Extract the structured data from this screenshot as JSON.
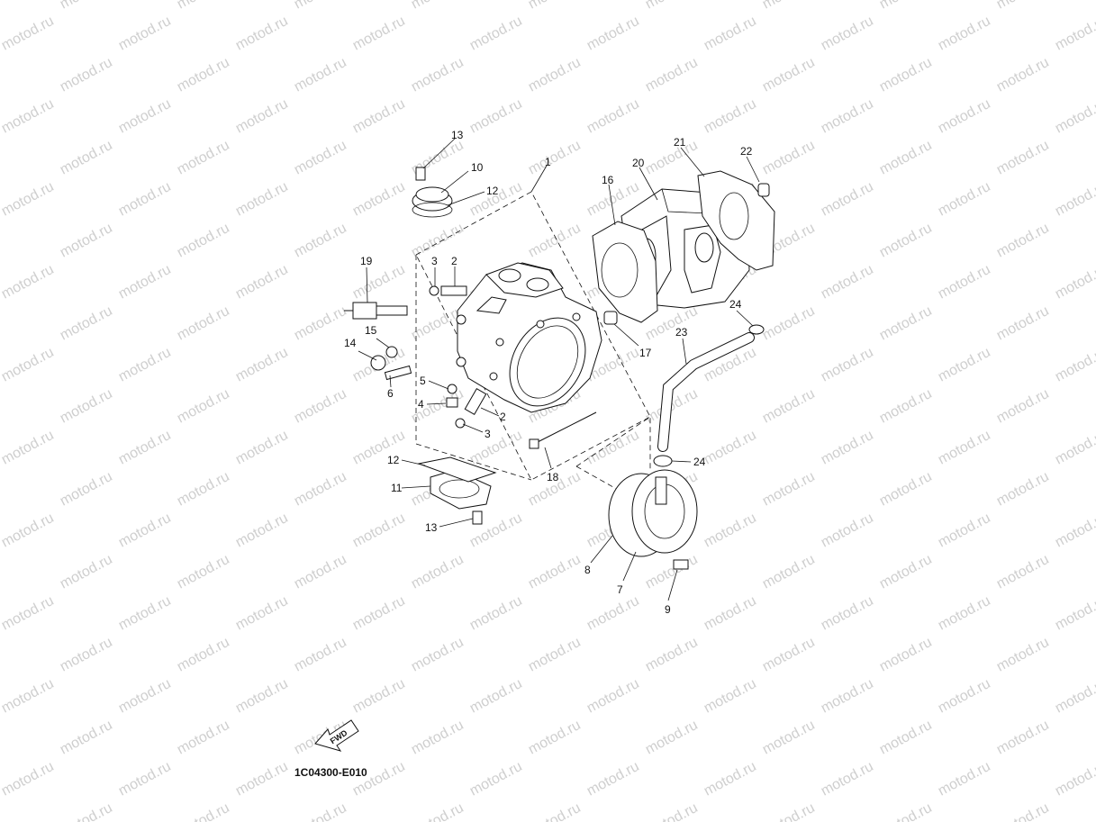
{
  "watermark_text": "motod.ru",
  "diagram_code": "1C04300-E010",
  "fwd_label": "FWD",
  "callouts": [
    {
      "id": "c13a",
      "label": "13"
    },
    {
      "id": "c10",
      "label": "10"
    },
    {
      "id": "c12a",
      "label": "12"
    },
    {
      "id": "c1",
      "label": "1"
    },
    {
      "id": "c16",
      "label": "16"
    },
    {
      "id": "c20",
      "label": "20"
    },
    {
      "id": "c21",
      "label": "21"
    },
    {
      "id": "c22",
      "label": "22"
    },
    {
      "id": "c19",
      "label": "19"
    },
    {
      "id": "c3a",
      "label": "3"
    },
    {
      "id": "c2a",
      "label": "2"
    },
    {
      "id": "c14",
      "label": "14"
    },
    {
      "id": "c15",
      "label": "15"
    },
    {
      "id": "c17",
      "label": "17"
    },
    {
      "id": "c24a",
      "label": "24"
    },
    {
      "id": "c23",
      "label": "23"
    },
    {
      "id": "c5",
      "label": "5"
    },
    {
      "id": "c4",
      "label": "4"
    },
    {
      "id": "c6",
      "label": "6"
    },
    {
      "id": "c2b",
      "label": "2"
    },
    {
      "id": "c3b",
      "label": "3"
    },
    {
      "id": "c18",
      "label": "18"
    },
    {
      "id": "c24b",
      "label": "24"
    },
    {
      "id": "c12b",
      "label": "12"
    },
    {
      "id": "c11",
      "label": "11"
    },
    {
      "id": "c13b",
      "label": "13"
    },
    {
      "id": "c8",
      "label": "8"
    },
    {
      "id": "c7",
      "label": "7"
    },
    {
      "id": "c9",
      "label": "9"
    }
  ]
}
